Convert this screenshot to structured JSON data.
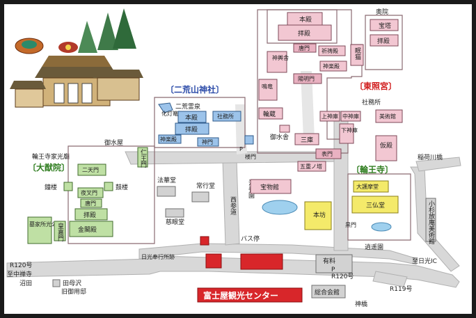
{
  "areas": {
    "futarasan": "〔二荒山神社〕",
    "toshogu": "〔東照宮〕",
    "rinnoji": "〔輪王寺〕",
    "taiyuin_title": "輪王寺家光廟",
    "taiyuin": "〔大猷院〕"
  },
  "toshogu": {
    "honden": "本殿",
    "haiden": "拝殿",
    "karamon": "唐門",
    "kitouden": "祈祷殿",
    "nemuri_neko": "眠猫",
    "okuin": "奥院",
    "hoto": "宝塔",
    "okuin_haiden": "拝殿",
    "shinyosha": "神輿舎",
    "kaguraden": "神楽殿",
    "yomeimon": "陽明門",
    "nakiryu": "鳴竜",
    "shamusho": "社務所",
    "rinzo": "輪蔵",
    "omizuya": "御水舎",
    "kamijinko": "上神庫",
    "nakajinko": "中神庫",
    "shimojinko": "下神庫",
    "bijutsukan": "美術館",
    "sankura": "三庫",
    "omotemon": "表門",
    "gojuto": "五重ノ塔",
    "karitono": "仮殿"
  },
  "futarasan": {
    "kezoto": "化灯篭",
    "futaarareisen": "二荒霊泉",
    "honden": "本殿",
    "haiden": "拝殿",
    "shamusho": "社務所",
    "kaguraden": "神楽殿",
    "shinmon": "神門",
    "romon": "楼門"
  },
  "taiyuin": {
    "omizuya": "御水屋",
    "niomon": "仁王門",
    "nitenmon": "二天門",
    "shoro": "鐘楼",
    "koro": "鼓楼",
    "yashamon": "夜叉門",
    "karamon": "唐門",
    "haiden": "拝殿",
    "konkakuden": "金閣殿",
    "bokemyoko": "墓家所光公",
    "kokamon": "皇嘉門"
  },
  "rinnoji": {
    "daigomado": "大護摩堂",
    "sanbutsudo": "三仏堂",
    "kuromon": "黒門",
    "hoyoen": "逍遥園"
  },
  "places": {
    "hokkedo": "法華堂",
    "jogyodo": "常行堂",
    "jigendo": "慈眼堂",
    "nishisando": "西参道",
    "hojuyen": "浩養園",
    "homotsukan": "宝物館",
    "honbo": "本坊",
    "bus_stop": "バス停",
    "bugyosho": "日光奉行所跡",
    "r120_left": "R120号",
    "to_chuzenji": "至中禅寺",
    "numata": "沼田",
    "tamozawa": "田母沢",
    "kyugoyotei": "旧御用邸",
    "yuryo": "有料",
    "parking": "P",
    "r120_right": "R120号",
    "r119": "R119号",
    "to_ic": "至日光IC",
    "inarigawa_bridge": "稲荷川橋",
    "kosugi_museum": "小杉放庵美術館",
    "sogokaikan": "総合会館",
    "shinkyo": "神橋",
    "fujiya_center": "富士屋観光センター",
    "p_romon": "P"
  },
  "colors": {
    "pink": "#f2c7d2",
    "blue": "#9cc3ea",
    "green": "#bfe0a4",
    "yellow": "#f4ea6a",
    "red": "#d8262a"
  }
}
